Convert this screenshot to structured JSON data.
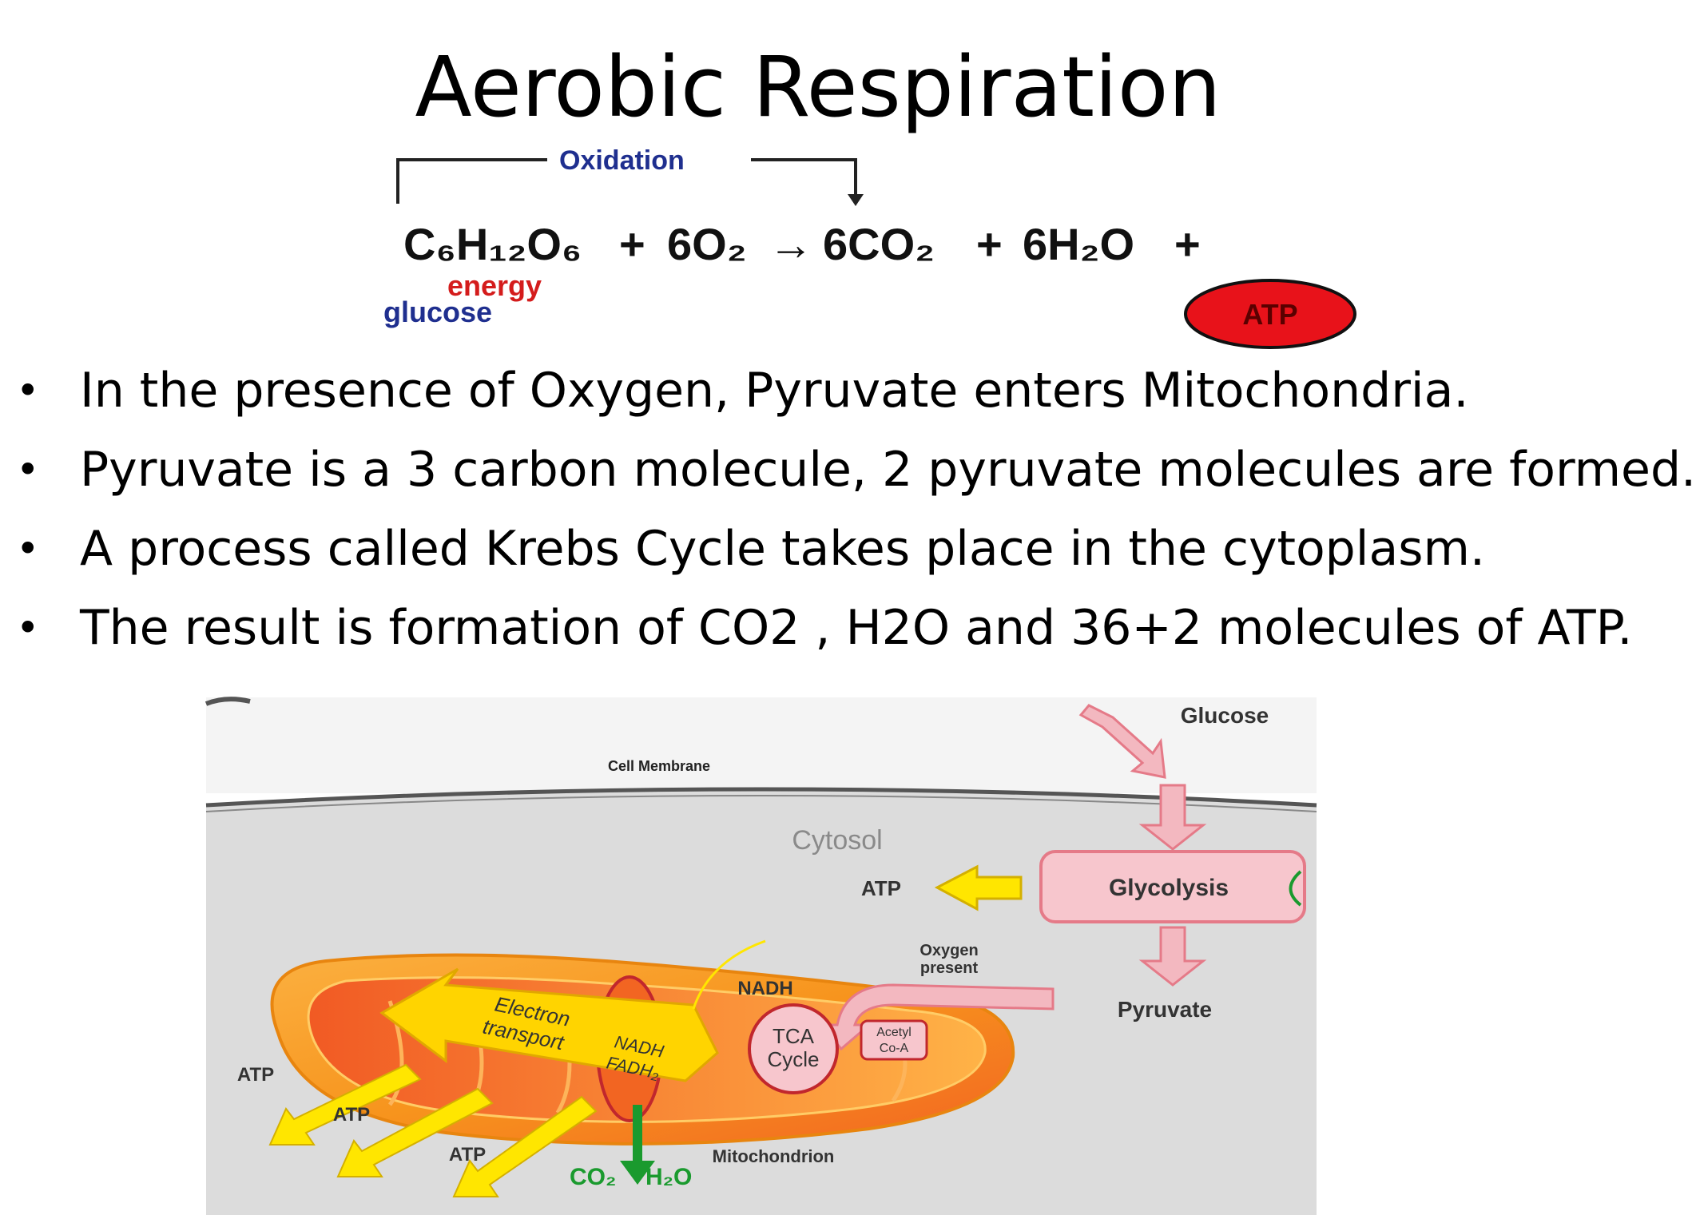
{
  "slide": {
    "title": "Aerobic Respiration"
  },
  "equation": {
    "oxidation_label": "Oxidation",
    "glucose_formula": "C₆H₁₂O₆",
    "plus1": "+",
    "oxygen": "6O₂",
    "arrow": "→",
    "carbon_dioxide": "6CO₂",
    "plus2": "+",
    "water": "6H₂O",
    "plus3": "+",
    "energy_label": "energy",
    "glucose_label": "glucose",
    "atp_label": "ATP",
    "colors": {
      "oxidation": "#1f2f8f",
      "energy": "#d41c1c",
      "atp_fill": "#e8121a"
    }
  },
  "bullets": [
    {
      "text": "In the presence of Oxygen, Pyruvate enters Mitochondria."
    },
    {
      "text": "Pyruvate is a 3 carbon molecule, 2 pyruvate molecules are formed."
    },
    {
      "text": "A process called Krebs Cycle takes place in the cytoplasm."
    },
    {
      "text": "The result is formation of CO2 , H2O and 36+2 molecules of ATP."
    }
  ],
  "diagram": {
    "glucose": "Glucose",
    "cell_membrane": "Cell Membrane",
    "cytosol": "Cytosol",
    "atp_glycolysis": "ATP",
    "glycolysis": "Glycolysis",
    "oxygen_present_1": "Oxygen",
    "oxygen_present_2": "present",
    "nadh": "NADH",
    "pyruvate": "Pyruvate",
    "electron_1": "Electron",
    "electron_2": "transport",
    "nadh_fadh_1": "NADH",
    "nadh_fadh_2": "FADH₂",
    "tca_1": "TCA",
    "tca_2": "Cycle",
    "acetyl_1": "Acetyl",
    "acetyl_2": "Co-A",
    "atp_1": "ATP",
    "atp_2": "ATP",
    "atp_3": "ATP",
    "co2": "CO₂",
    "h2o": "H₂O",
    "mitochondrion": "Mitochondrion",
    "colors": {
      "cytosol_bg": "#dcdcdc",
      "arrow_pink": "#f3b8c0",
      "arrow_yellow": "#ffe600",
      "mito_orange": "#f7941d",
      "co2_green": "#1a9a2e"
    }
  }
}
